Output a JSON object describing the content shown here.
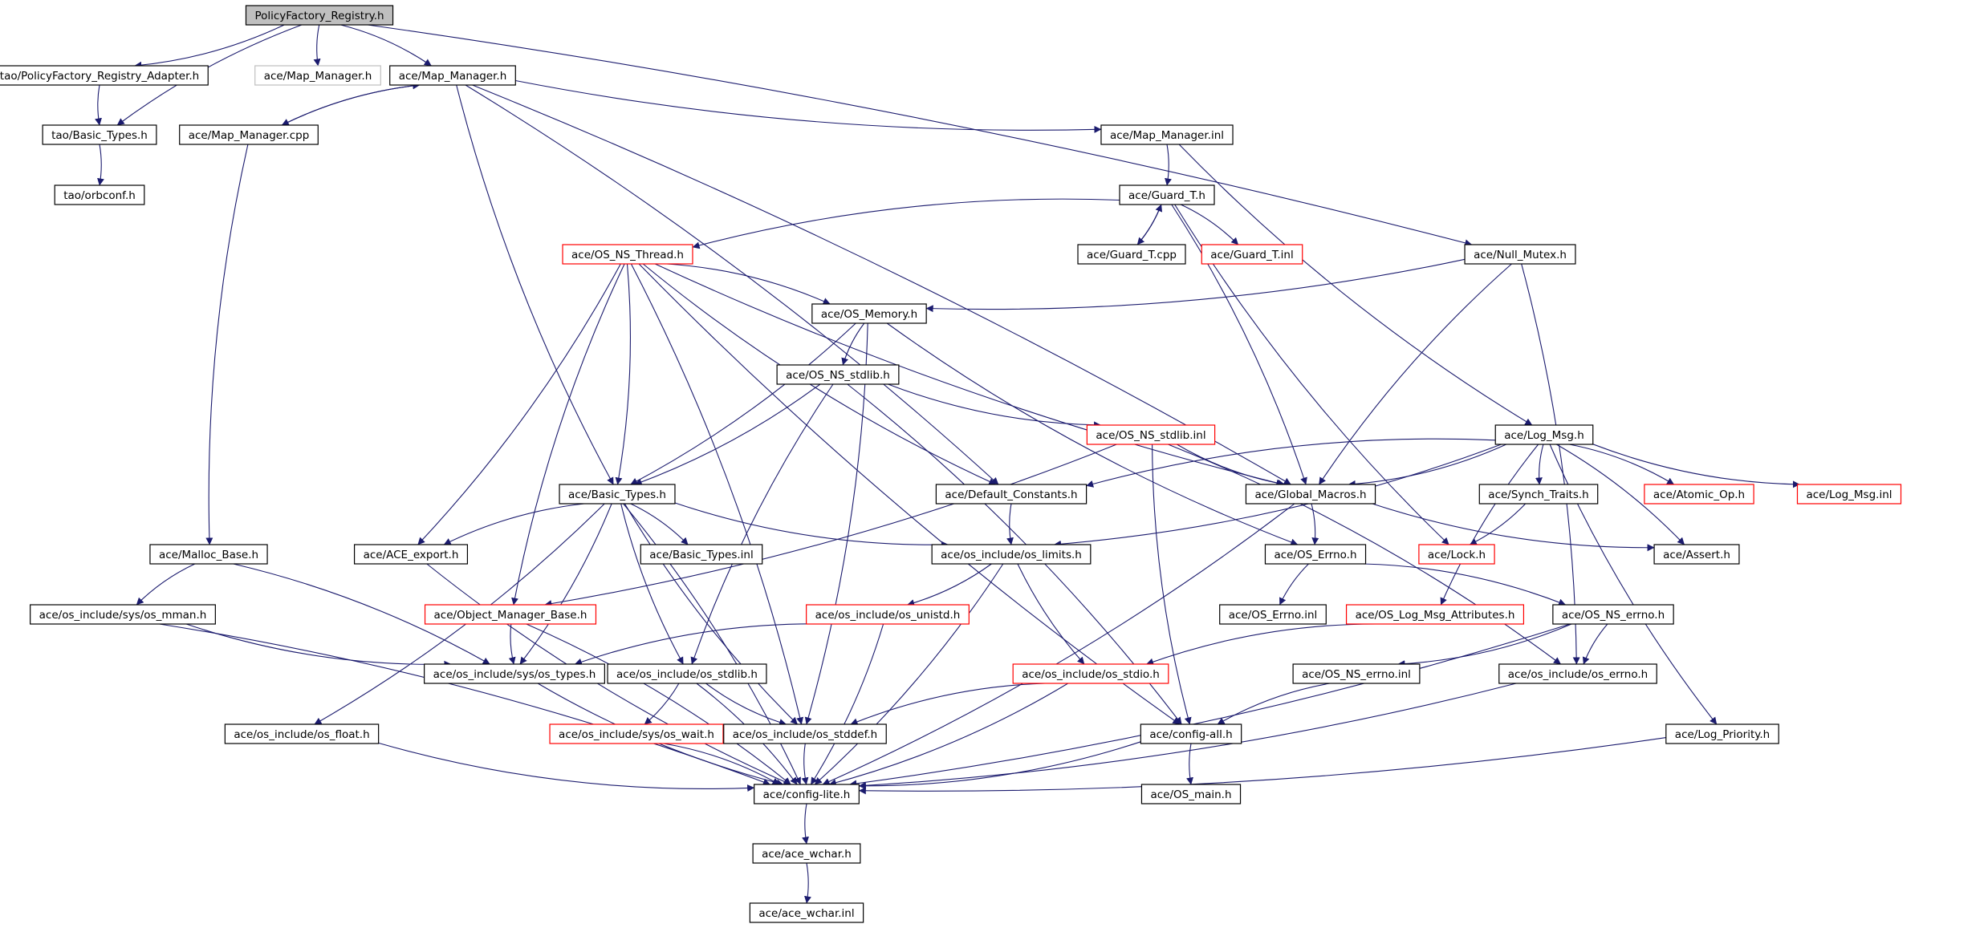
{
  "colors": {
    "edge": "#1b1b6e",
    "node_border": "#000000",
    "node_border_truncated": "#ff0000",
    "node_border_missing": "#bfbfbf",
    "root_fill": "#bfbfbf",
    "node_fill": "#ffffff",
    "text": "#000000",
    "background": "#ffffff"
  },
  "graph": {
    "nodes": [
      {
        "id": "policyfactory-registry-h",
        "label": "PolicyFactory_Registry.h",
        "style": "root"
      },
      {
        "id": "tao-policyfactory-registry-adapter-h",
        "label": "tao/PolicyFactory_Registry_Adapter.h",
        "style": "normal"
      },
      {
        "id": "ace-map-manager-h-gray",
        "label": "ace/Map_Manager.h",
        "style": "missing"
      },
      {
        "id": "ace-map-manager-h",
        "label": "ace/Map_Manager.h",
        "style": "normal"
      },
      {
        "id": "tao-basic-types-h",
        "label": "tao/Basic_Types.h",
        "style": "normal"
      },
      {
        "id": "ace-map-manager-cpp",
        "label": "ace/Map_Manager.cpp",
        "style": "normal"
      },
      {
        "id": "ace-map-manager-inl",
        "label": "ace/Map_Manager.inl",
        "style": "normal"
      },
      {
        "id": "tao-orbconf-h",
        "label": "tao/orbconf.h",
        "style": "normal"
      },
      {
        "id": "ace-guard-t-h",
        "label": "ace/Guard_T.h",
        "style": "normal"
      },
      {
        "id": "ace-guard-t-cpp",
        "label": "ace/Guard_T.cpp",
        "style": "normal"
      },
      {
        "id": "ace-guard-t-inl",
        "label": "ace/Guard_T.inl",
        "style": "truncated"
      },
      {
        "id": "ace-os-ns-thread-h",
        "label": "ace/OS_NS_Thread.h",
        "style": "truncated"
      },
      {
        "id": "ace-null-mutex-h",
        "label": "ace/Null_Mutex.h",
        "style": "normal"
      },
      {
        "id": "ace-os-memory-h",
        "label": "ace/OS_Memory.h",
        "style": "normal"
      },
      {
        "id": "ace-os-ns-stdlib-h",
        "label": "ace/OS_NS_stdlib.h",
        "style": "normal"
      },
      {
        "id": "ace-os-ns-stdlib-inl",
        "label": "ace/OS_NS_stdlib.inl",
        "style": "truncated"
      },
      {
        "id": "ace-log-msg-h",
        "label": "ace/Log_Msg.h",
        "style": "normal"
      },
      {
        "id": "ace-basic-types-h",
        "label": "ace/Basic_Types.h",
        "style": "normal"
      },
      {
        "id": "ace-default-constants-h",
        "label": "ace/Default_Constants.h",
        "style": "normal"
      },
      {
        "id": "ace-global-macros-h",
        "label": "ace/Global_Macros.h",
        "style": "normal"
      },
      {
        "id": "ace-synch-traits-h",
        "label": "ace/Synch_Traits.h",
        "style": "normal"
      },
      {
        "id": "ace-atomic-op-h",
        "label": "ace/Atomic_Op.h",
        "style": "truncated"
      },
      {
        "id": "ace-log-msg-inl",
        "label": "ace/Log_Msg.inl",
        "style": "truncated"
      },
      {
        "id": "ace-malloc-base-h",
        "label": "ace/Malloc_Base.h",
        "style": "normal"
      },
      {
        "id": "ace-ace-export-h",
        "label": "ace/ACE_export.h",
        "style": "normal"
      },
      {
        "id": "ace-basic-types-inl",
        "label": "ace/Basic_Types.inl",
        "style": "normal"
      },
      {
        "id": "ace-os-include-os-limits-h",
        "label": "ace/os_include/os_limits.h",
        "style": "normal"
      },
      {
        "id": "ace-os-errno-h",
        "label": "ace/OS_Errno.h",
        "style": "normal"
      },
      {
        "id": "ace-lock-h",
        "label": "ace/Lock.h",
        "style": "truncated"
      },
      {
        "id": "ace-assert-h",
        "label": "ace/Assert.h",
        "style": "normal"
      },
      {
        "id": "ace-os-include-sys-os-mman-h",
        "label": "ace/os_include/sys/os_mman.h",
        "style": "normal"
      },
      {
        "id": "ace-object-manager-base-h",
        "label": "ace/Object_Manager_Base.h",
        "style": "truncated"
      },
      {
        "id": "ace-os-include-os-unistd-h",
        "label": "ace/os_include/os_unistd.h",
        "style": "truncated"
      },
      {
        "id": "ace-os-errno-inl",
        "label": "ace/OS_Errno.inl",
        "style": "normal"
      },
      {
        "id": "ace-os-log-msg-attributes-h",
        "label": "ace/OS_Log_Msg_Attributes.h",
        "style": "truncated"
      },
      {
        "id": "ace-os-ns-errno-h",
        "label": "ace/OS_NS_errno.h",
        "style": "normal"
      },
      {
        "id": "ace-os-include-sys-os-types-h",
        "label": "ace/os_include/sys/os_types.h",
        "style": "normal"
      },
      {
        "id": "ace-os-include-os-stdlib-h",
        "label": "ace/os_include/os_stdlib.h",
        "style": "normal"
      },
      {
        "id": "ace-os-include-os-stdio-h",
        "label": "ace/os_include/os_stdio.h",
        "style": "truncated"
      },
      {
        "id": "ace-os-ns-errno-inl",
        "label": "ace/OS_NS_errno.inl",
        "style": "normal"
      },
      {
        "id": "ace-os-include-os-errno-h",
        "label": "ace/os_include/os_errno.h",
        "style": "normal"
      },
      {
        "id": "ace-os-include-os-float-h",
        "label": "ace/os_include/os_float.h",
        "style": "normal"
      },
      {
        "id": "ace-os-include-sys-os-wait-h",
        "label": "ace/os_include/sys/os_wait.h",
        "style": "truncated"
      },
      {
        "id": "ace-os-include-os-stddef-h",
        "label": "ace/os_include/os_stddef.h",
        "style": "normal"
      },
      {
        "id": "ace-config-all-h",
        "label": "ace/config-all.h",
        "style": "normal"
      },
      {
        "id": "ace-log-priority-h",
        "label": "ace/Log_Priority.h",
        "style": "normal"
      },
      {
        "id": "ace-config-lite-h",
        "label": "ace/config-lite.h",
        "style": "normal"
      },
      {
        "id": "ace-os-main-h",
        "label": "ace/OS_main.h",
        "style": "normal"
      },
      {
        "id": "ace-ace-wchar-h",
        "label": "ace/ace_wchar.h",
        "style": "normal"
      },
      {
        "id": "ace-ace-wchar-inl",
        "label": "ace/ace_wchar.inl",
        "style": "normal"
      }
    ],
    "edges": [
      [
        "policyfactory-registry-h",
        "tao-policyfactory-registry-adapter-h"
      ],
      [
        "policyfactory-registry-h",
        "ace-map-manager-h-gray"
      ],
      [
        "policyfactory-registry-h",
        "ace-map-manager-h"
      ],
      [
        "policyfactory-registry-h",
        "tao-basic-types-h"
      ],
      [
        "policyfactory-registry-h",
        "ace-null-mutex-h"
      ],
      [
        "tao-policyfactory-registry-adapter-h",
        "tao-basic-types-h"
      ],
      [
        "tao-basic-types-h",
        "tao-orbconf-h"
      ],
      [
        "ace-map-manager-h",
        "ace-map-manager-cpp"
      ],
      [
        "ace-map-manager-cpp",
        "ace-map-manager-h"
      ],
      [
        "ace-map-manager-h",
        "ace-map-manager-inl"
      ],
      [
        "ace-map-manager-h",
        "ace-global-macros-h"
      ],
      [
        "ace-map-manager-h",
        "ace-basic-types-h"
      ],
      [
        "ace-map-manager-h",
        "ace-default-constants-h"
      ],
      [
        "ace-map-manager-cpp",
        "ace-malloc-base-h"
      ],
      [
        "ace-map-manager-inl",
        "ace-guard-t-h"
      ],
      [
        "ace-map-manager-inl",
        "ace-log-msg-h"
      ],
      [
        "ace-guard-t-h",
        "ace-guard-t-cpp"
      ],
      [
        "ace-guard-t-cpp",
        "ace-guard-t-h"
      ],
      [
        "ace-guard-t-h",
        "ace-guard-t-inl"
      ],
      [
        "ace-guard-t-h",
        "ace-os-ns-thread-h"
      ],
      [
        "ace-guard-t-h",
        "ace-global-macros-h"
      ],
      [
        "ace-guard-t-h",
        "ace-lock-h"
      ],
      [
        "ace-os-ns-thread-h",
        "ace-os-memory-h"
      ],
      [
        "ace-os-ns-thread-h",
        "ace-global-macros-h"
      ],
      [
        "ace-os-ns-thread-h",
        "ace-basic-types-h"
      ],
      [
        "ace-os-ns-thread-h",
        "ace-default-constants-h"
      ],
      [
        "ace-os-ns-thread-h",
        "ace-ace-export-h"
      ],
      [
        "ace-os-ns-thread-h",
        "ace-object-manager-base-h"
      ],
      [
        "ace-os-ns-thread-h",
        "ace-os-include-os-stddef-h"
      ],
      [
        "ace-os-ns-thread-h",
        "ace-config-all-h"
      ],
      [
        "ace-null-mutex-h",
        "ace-os-memory-h"
      ],
      [
        "ace-null-mutex-h",
        "ace-global-macros-h"
      ],
      [
        "ace-null-mutex-h",
        "ace-os-include-os-errno-h"
      ],
      [
        "ace-os-memory-h",
        "ace-os-ns-stdlib-h"
      ],
      [
        "ace-os-memory-h",
        "ace-basic-types-h"
      ],
      [
        "ace-os-memory-h",
        "ace-os-errno-h"
      ],
      [
        "ace-os-memory-h",
        "ace-os-include-os-stddef-h"
      ],
      [
        "ace-os-ns-stdlib-h",
        "ace-os-ns-stdlib-inl"
      ],
      [
        "ace-os-ns-stdlib-h",
        "ace-basic-types-h"
      ],
      [
        "ace-os-ns-stdlib-h",
        "ace-os-include-os-stdlib-h"
      ],
      [
        "ace-os-ns-stdlib-h",
        "ace-config-all-h"
      ],
      [
        "ace-os-ns-stdlib-inl",
        "ace-global-macros-h"
      ],
      [
        "ace-os-ns-stdlib-inl",
        "ace-object-manager-base-h"
      ],
      [
        "ace-os-ns-stdlib-inl",
        "ace-config-all-h"
      ],
      [
        "ace-os-ns-stdlib-inl",
        "ace-os-include-os-errno-h"
      ],
      [
        "ace-log-msg-h",
        "ace-default-constants-h"
      ],
      [
        "ace-log-msg-h",
        "ace-global-macros-h"
      ],
      [
        "ace-log-msg-h",
        "ace-synch-traits-h"
      ],
      [
        "ace-log-msg-h",
        "ace-atomic-op-h"
      ],
      [
        "ace-log-msg-h",
        "ace-log-msg-inl"
      ],
      [
        "ace-log-msg-h",
        "ace-os-include-os-limits-h"
      ],
      [
        "ace-log-msg-h",
        "ace-os-log-msg-attributes-h"
      ],
      [
        "ace-log-msg-h",
        "ace-assert-h"
      ],
      [
        "ace-log-msg-h",
        "ace-log-priority-h"
      ],
      [
        "ace-synch-traits-h",
        "ace-lock-h"
      ],
      [
        "ace-basic-types-h",
        "ace-ace-export-h"
      ],
      [
        "ace-basic-types-h",
        "ace-basic-types-inl"
      ],
      [
        "ace-basic-types-h",
        "ace-os-include-os-limits-h"
      ],
      [
        "ace-basic-types-h",
        "ace-os-include-sys-os-types-h"
      ],
      [
        "ace-basic-types-h",
        "ace-os-include-os-stdlib-h"
      ],
      [
        "ace-basic-types-h",
        "ace-os-include-os-float-h"
      ],
      [
        "ace-basic-types-h",
        "ace-os-include-os-stddef-h"
      ],
      [
        "ace-basic-types-h",
        "ace-config-lite-h"
      ],
      [
        "ace-default-constants-h",
        "ace-os-include-os-limits-h"
      ],
      [
        "ace-global-macros-h",
        "ace-os-errno-h"
      ],
      [
        "ace-global-macros-h",
        "ace-assert-h"
      ],
      [
        "ace-global-macros-h",
        "ace-config-lite-h"
      ],
      [
        "ace-malloc-base-h",
        "ace-os-include-sys-os-mman-h"
      ],
      [
        "ace-malloc-base-h",
        "ace-os-include-sys-os-types-h"
      ],
      [
        "ace-ace-export-h",
        "ace-config-lite-h"
      ],
      [
        "ace-os-include-os-limits-h",
        "ace-os-include-os-unistd-h"
      ],
      [
        "ace-os-include-os-limits-h",
        "ace-os-include-os-stdio-h"
      ],
      [
        "ace-os-include-os-limits-h",
        "ace-config-lite-h"
      ],
      [
        "ace-os-errno-h",
        "ace-os-errno-inl"
      ],
      [
        "ace-os-errno-h",
        "ace-os-ns-errno-h"
      ],
      [
        "ace-os-include-sys-os-mman-h",
        "ace-os-include-sys-os-types-h"
      ],
      [
        "ace-os-include-sys-os-mman-h",
        "ace-config-lite-h"
      ],
      [
        "ace-object-manager-base-h",
        "ace-os-include-sys-os-types-h"
      ],
      [
        "ace-object-manager-base-h",
        "ace-config-lite-h"
      ],
      [
        "ace-os-include-os-unistd-h",
        "ace-os-include-sys-os-types-h"
      ],
      [
        "ace-os-include-os-unistd-h",
        "ace-config-lite-h"
      ],
      [
        "ace-os-log-msg-attributes-h",
        "ace-os-include-os-stdio-h"
      ],
      [
        "ace-os-ns-errno-h",
        "ace-os-ns-errno-inl"
      ],
      [
        "ace-os-ns-errno-h",
        "ace-os-include-os-errno-h"
      ],
      [
        "ace-os-ns-errno-h",
        "ace-config-lite-h"
      ],
      [
        "ace-os-include-sys-os-types-h",
        "ace-config-lite-h"
      ],
      [
        "ace-os-include-os-stdlib-h",
        "ace-os-include-sys-os-wait-h"
      ],
      [
        "ace-os-include-os-stdlib-h",
        "ace-os-include-os-stddef-h"
      ],
      [
        "ace-os-include-os-stdlib-h",
        "ace-config-lite-h"
      ],
      [
        "ace-os-include-os-stdio-h",
        "ace-os-include-os-stddef-h"
      ],
      [
        "ace-os-include-os-stdio-h",
        "ace-config-lite-h"
      ],
      [
        "ace-os-ns-errno-inl",
        "ace-config-all-h"
      ],
      [
        "ace-os-include-os-errno-h",
        "ace-config-lite-h"
      ],
      [
        "ace-os-include-os-float-h",
        "ace-config-lite-h"
      ],
      [
        "ace-os-include-sys-os-wait-h",
        "ace-config-lite-h"
      ],
      [
        "ace-os-include-os-stddef-h",
        "ace-config-lite-h"
      ],
      [
        "ace-config-all-h",
        "ace-config-lite-h"
      ],
      [
        "ace-config-all-h",
        "ace-os-main-h"
      ],
      [
        "ace-log-priority-h",
        "ace-config-lite-h"
      ],
      [
        "ace-config-lite-h",
        "ace-ace-wchar-h"
      ],
      [
        "ace-ace-wchar-h",
        "ace-ace-wchar-inl"
      ]
    ]
  }
}
